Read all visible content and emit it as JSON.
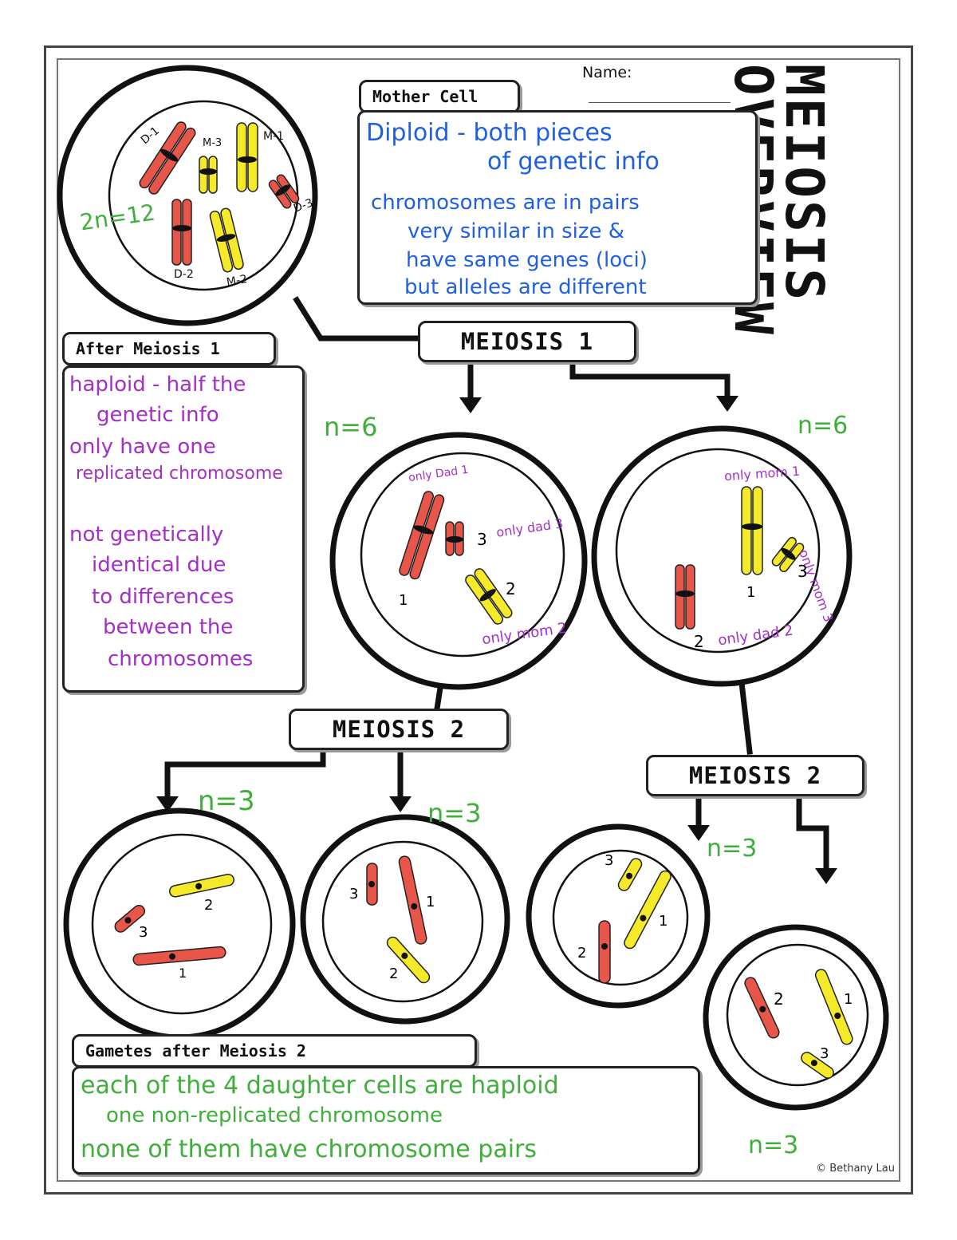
{
  "header": {
    "name_label": "Name:",
    "title_line1": "MEIOSIS",
    "title_line2": "OVERVIEW"
  },
  "mother_cell": {
    "tab_label": "Mother Cell",
    "notes": [
      "Diploid - both pieces",
      "of genetic info",
      "chromosomes are in pairs",
      "very similar in size &",
      "have same genes (loci)",
      "but alleles are different"
    ],
    "count_label": "2n=12",
    "chromosome_labels": [
      "D-1",
      "M-3",
      "M-1",
      "D-3",
      "D-2",
      "M-2"
    ]
  },
  "meiosis1": {
    "label": "MEIOSIS 1",
    "after_tab_label": "After Meiosis 1",
    "notes": [
      "haploid - half the",
      "genetic info",
      "only have one",
      "replicated chromosome",
      "not genetically",
      "identical due",
      "to differences",
      "between the",
      "chromosomes"
    ],
    "cells": [
      {
        "count_label": "n=6",
        "annotations": [
          "only Dad 1",
          "only dad 3",
          "only mom 2"
        ],
        "numbers": [
          "1",
          "3",
          "2"
        ]
      },
      {
        "count_label": "n=6",
        "annotations": [
          "only mom 1",
          "only mom 3",
          "only dad 2"
        ],
        "numbers": [
          "1",
          "3",
          "2"
        ]
      }
    ]
  },
  "meiosis2": {
    "left_label": "MEIOSIS 2",
    "right_label": "MEIOSIS 2",
    "gametes": [
      {
        "count_label": "n=3",
        "numbers": [
          "2",
          "3",
          "1"
        ]
      },
      {
        "count_label": "n=3",
        "numbers": [
          "3",
          "1",
          "2"
        ]
      },
      {
        "count_label": "n=3",
        "numbers": [
          "3",
          "1",
          "2"
        ]
      },
      {
        "count_label": "n=3",
        "numbers": [
          "2",
          "1",
          "3"
        ]
      }
    ]
  },
  "gametes_panel": {
    "tab_label": "Gametes after Meiosis 2",
    "notes": [
      "each of the 4 daughter cells are haploid",
      "one non-replicated chromosome",
      "none of them have chromosome pairs"
    ]
  },
  "footer": {
    "copyright": "© Bethany Lau"
  },
  "colors": {
    "red": "#e8564a",
    "yellow": "#f4ea2a",
    "blue": "#1f5fe0",
    "purple": "#a32fc7",
    "green": "#3fae3a"
  }
}
